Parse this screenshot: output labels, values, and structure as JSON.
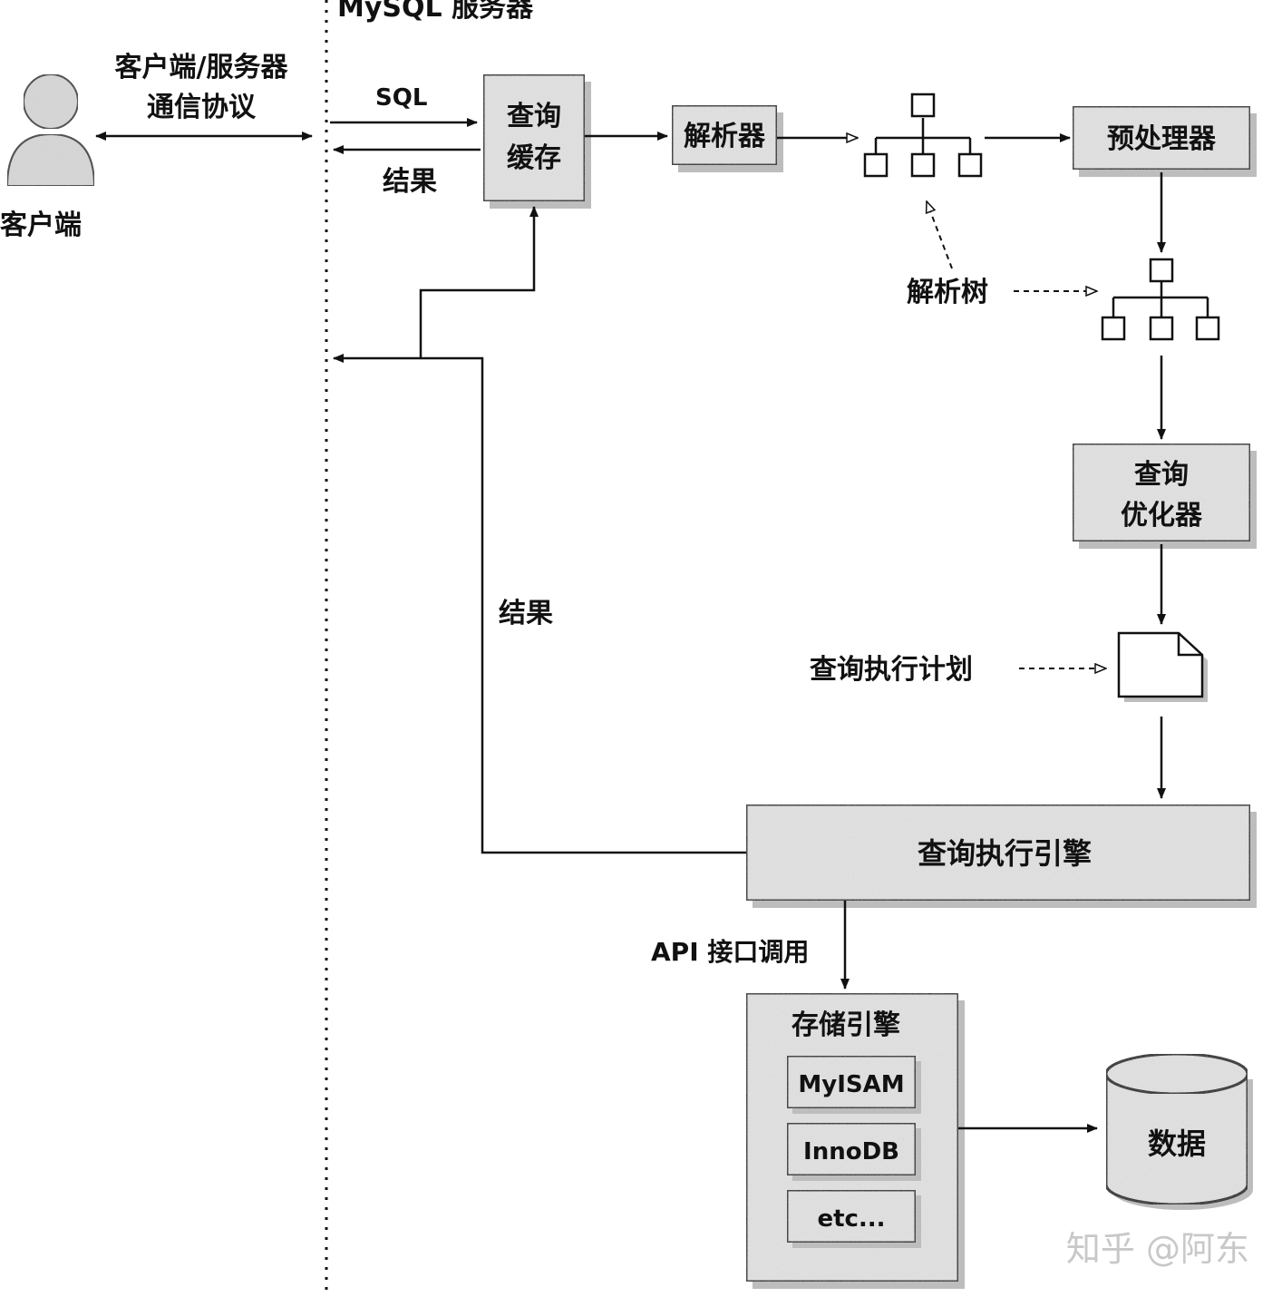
{
  "server_title": "MySQL 服务器",
  "client": {
    "label": "客户端"
  },
  "protocol": {
    "line1": "客户端/服务器",
    "line2": "通信协议"
  },
  "arrows": {
    "sql": "SQL",
    "result_top": "结果",
    "result_left": "结果",
    "api": "API 接口调用"
  },
  "boxes": {
    "query_cache": [
      "查询",
      "缓存"
    ],
    "parser": "解析器",
    "preprocessor": "预处理器",
    "optimizer": [
      "查询",
      "优化器"
    ],
    "exec_engine": "查询执行引擎",
    "storage_engine": "存储引擎",
    "engines": [
      "MyISAM",
      "InnoDB",
      "etc..."
    ],
    "data": "数据"
  },
  "annotations": {
    "parse_tree": "解析树",
    "exec_plan": "查询执行计划"
  },
  "watermark": "知乎 @阿东"
}
